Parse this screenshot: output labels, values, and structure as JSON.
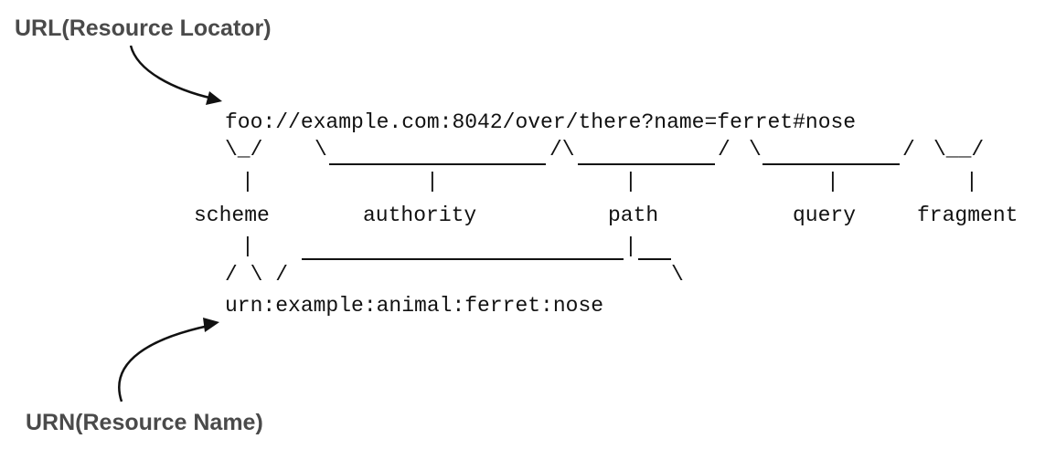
{
  "callouts": {
    "url": "URL(Resource Locator)",
    "urn": "URN(Resource Name)"
  },
  "url_example": "foo://example.com:8042/over/there?name=ferret#nose",
  "components": {
    "scheme": "scheme",
    "authority": "authority",
    "path": "path",
    "query": "query",
    "fragment": "fragment"
  },
  "urn_example": "urn:example:animal:ferret:nose",
  "colors": {
    "callout_text": "#4a4a4a",
    "diagram_text": "#111111",
    "background": "#ffffff"
  }
}
